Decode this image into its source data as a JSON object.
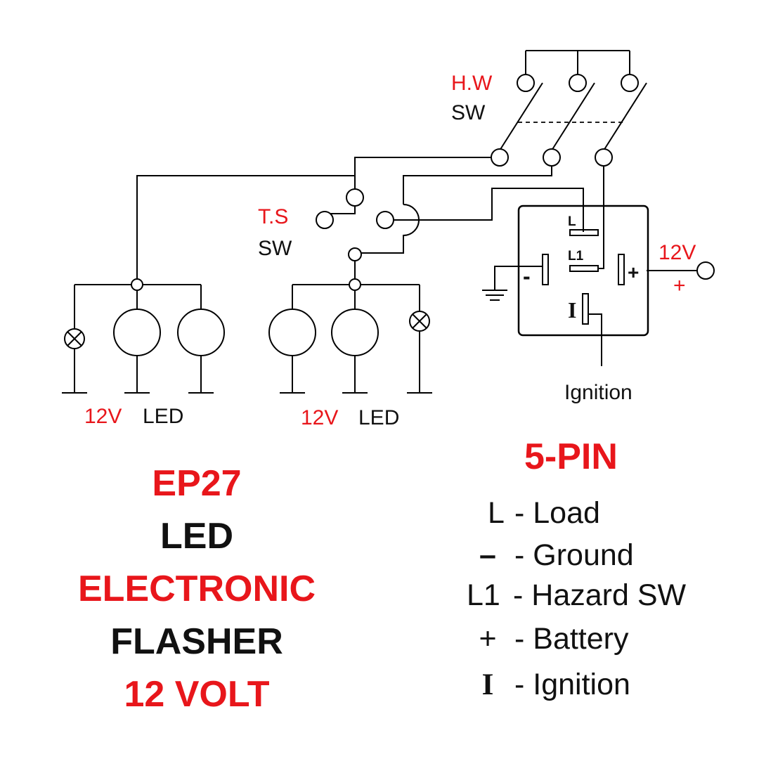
{
  "colors": {
    "red": "#e8161b",
    "black": "#111111"
  },
  "diagram": {
    "hw_switch": {
      "name": "H.W",
      "type": "SW"
    },
    "ts_switch": {
      "name": "T.S",
      "type": "SW"
    },
    "left_bank": {
      "voltage": "12V",
      "kind": "LED"
    },
    "right_bank": {
      "voltage": "12V",
      "kind": "LED"
    },
    "flasher_pins": {
      "L": "L",
      "L1": "L1",
      "minus": "-",
      "plus": "+",
      "I": "I"
    },
    "supply": {
      "voltage": "12V",
      "polarity": "+"
    },
    "ignition_label": "Ignition"
  },
  "title": {
    "line1": "EP27",
    "line2": "LED",
    "line3": "ELECTRONIC",
    "line4": "FLASHER",
    "line5": "12 VOLT"
  },
  "pin_legend": {
    "heading": "5-PIN",
    "items": [
      {
        "symbol": "L",
        "text": "- Load"
      },
      {
        "symbol": "–",
        "text": "- Ground"
      },
      {
        "symbol": "L1",
        "text": "- Hazard SW"
      },
      {
        "symbol": "+",
        "text": "- Battery"
      },
      {
        "symbol": "I",
        "text": "- Ignition"
      }
    ]
  }
}
